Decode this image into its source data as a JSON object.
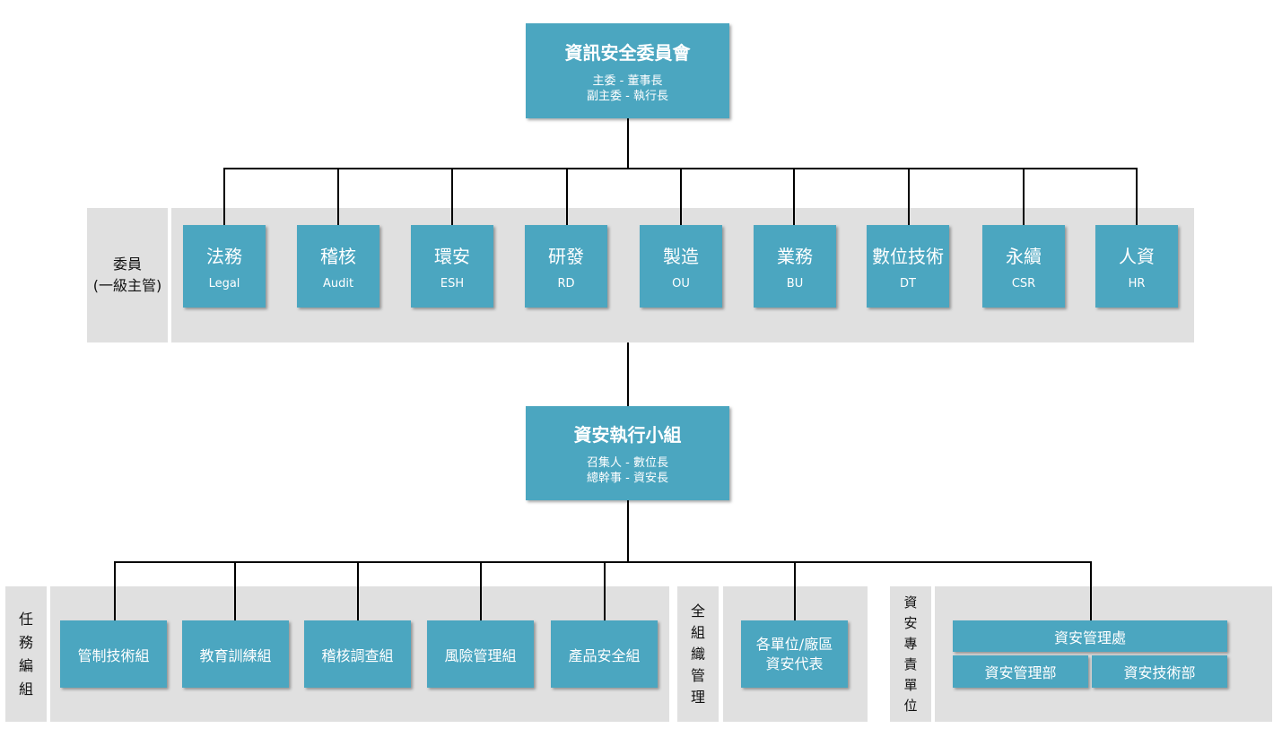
{
  "committee": {
    "title": "資訊安全委員會",
    "line1": "主委 - 董事長",
    "line2": "副主委 - 執行長"
  },
  "members_label": {
    "line1": "委員",
    "line2": "(一級主管)"
  },
  "members": [
    {
      "zh": "法務",
      "en": "Legal"
    },
    {
      "zh": "稽核",
      "en": "Audit"
    },
    {
      "zh": "環安",
      "en": "ESH"
    },
    {
      "zh": "研發",
      "en": "RD"
    },
    {
      "zh": "製造",
      "en": "OU"
    },
    {
      "zh": "業務",
      "en": "BU"
    },
    {
      "zh": "數位技術",
      "en": "DT"
    },
    {
      "zh": "永續",
      "en": "CSR"
    },
    {
      "zh": "人資",
      "en": "HR"
    }
  ],
  "exec_group": {
    "title": "資安執行小組",
    "line1": "召集人 - 數位長",
    "line2": "總幹事 - 資安長"
  },
  "task_label": [
    "任",
    "務",
    "編",
    "組"
  ],
  "tasks": [
    "管制技術組",
    "教育訓練組",
    "稽核調查組",
    "風險管理組",
    "產品安全組"
  ],
  "org_label": [
    "全",
    "組",
    "織",
    "管",
    "理"
  ],
  "org_box": {
    "line1": "各單位/廠區",
    "line2": "資安代表"
  },
  "dedicated_label": [
    "資",
    "安",
    "專",
    "責",
    "單",
    "位"
  ],
  "dedicated": {
    "office": "資安管理處",
    "dept1": "資安管理部",
    "dept2": "資安技術部"
  },
  "colors": {
    "box": "#4ba6c0",
    "panel": "#e0e0e0",
    "line": "#000000"
  }
}
